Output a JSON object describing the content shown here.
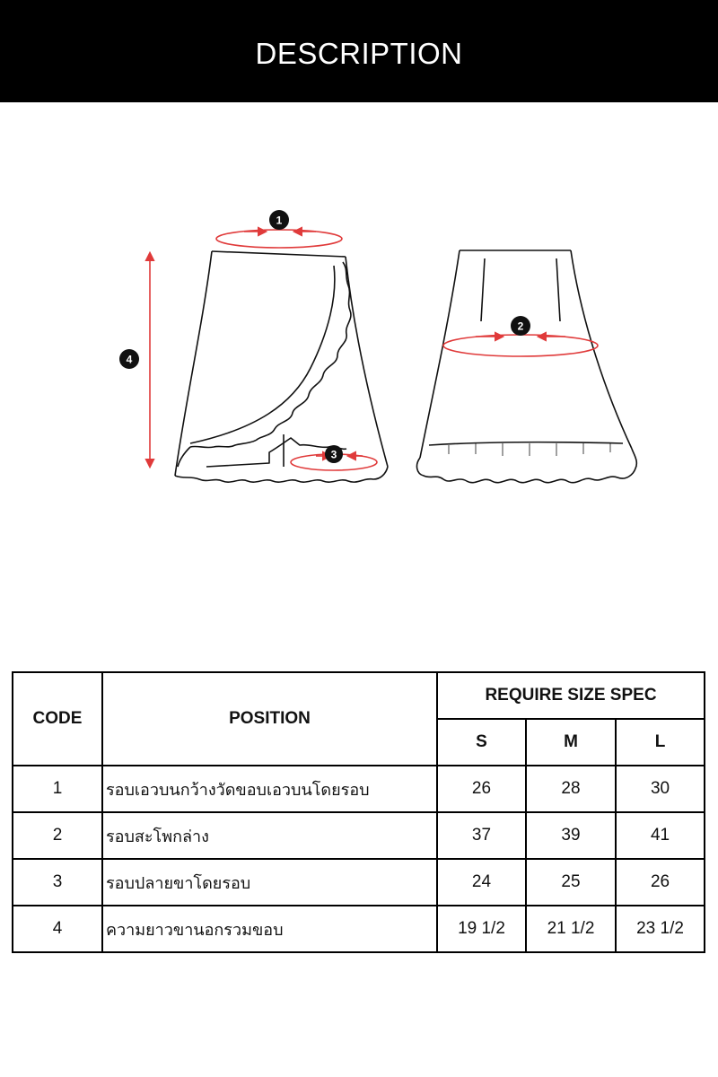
{
  "header": {
    "title": "DESCRIPTION"
  },
  "diagram": {
    "markers": [
      "1",
      "2",
      "3",
      "4"
    ],
    "arrow_color": "#e03a3a",
    "marker_color": "#111111"
  },
  "table": {
    "code_header": "CODE",
    "position_header": "POSITION",
    "spec_header": "REQUIRE SIZE SPEC",
    "sizes": [
      "S",
      "M",
      "L"
    ],
    "rows": [
      {
        "code": "1",
        "position": "รอบเอวบนกว้างวัดขอบเอวบนโดยรอบ",
        "values": [
          "26",
          "28",
          "30"
        ]
      },
      {
        "code": "2",
        "position": "รอบสะโพกล่าง",
        "values": [
          "37",
          "39",
          "41"
        ]
      },
      {
        "code": "3",
        "position": "รอบปลายขาโดยรอบ",
        "values": [
          "24",
          "25",
          "26"
        ]
      },
      {
        "code": "4",
        "position": "ความยาวขานอกรวมขอบ",
        "values": [
          "19 1/2",
          "21 1/2",
          "23 1/2"
        ]
      }
    ]
  }
}
